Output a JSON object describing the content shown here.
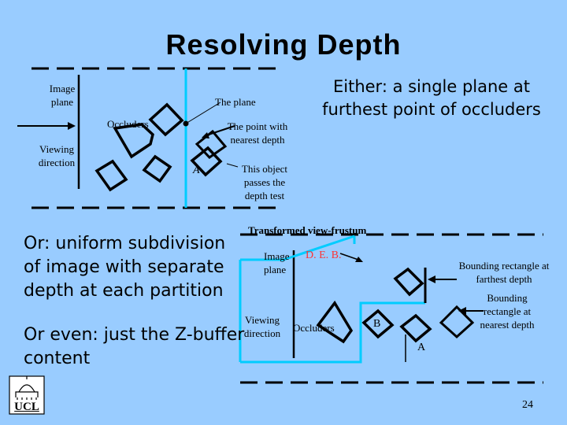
{
  "title": "Resolving Depth",
  "top_diagram": {
    "image_plane": "Image plane",
    "the_plane": "The plane",
    "occluders": "Occluders",
    "viewing_direction": "Viewing direction",
    "the_point": "The point with nearest depth",
    "this_object": "This object passes the depth test",
    "label_a": "A"
  },
  "either_text": "Either: a single plane at furthest point of occluders",
  "or_text": "Or: uniform subdivision of image with separate depth at each partition",
  "or_even_text": "Or even: just the Z-buffer content",
  "bottom_diagram": {
    "transformed": "Transformed view-frustum",
    "image_plane": "Image plane",
    "deb": "D. E. B.",
    "bounding_far": "Bounding rectangle at farthest depth",
    "viewing_direction": "Viewing direction",
    "occluders": "Occluders",
    "label_b": "B",
    "label_a": "A",
    "bounding_near": "Bounding rectangle at nearest depth"
  },
  "logo_text": "UCL",
  "page_number": "24",
  "colors": {
    "background": "#99ccff",
    "accent": "#00ccff",
    "ink": "#000000"
  }
}
